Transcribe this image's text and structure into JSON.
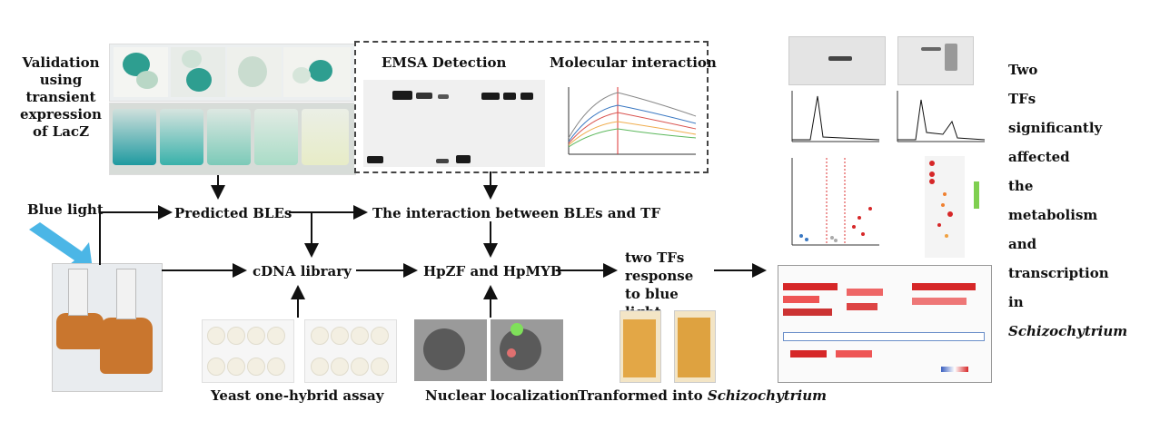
{
  "labels": {
    "validation": "Validation using transient expression of LacZ",
    "blue_light": "Blue light",
    "predicted_bles": "Predicted BLEs",
    "interaction": "The interaction between BLEs and TF",
    "cdna_library": "cDNA library",
    "hpzf_hpmyb": "HpZF and HpMYB",
    "two_tfs_response": "two TFs response to blue light",
    "emsa": "EMSA Detection",
    "molecular_interaction": "Molecular interaction",
    "yeast": "Yeast one-hybrid assay",
    "nuclear": "Nuclear localization",
    "transformed_prefix": "Tranformed into ",
    "transformed_italic": "Schizochytrium"
  },
  "right_text": {
    "lines": [
      "Two",
      "TFs",
      "significantly",
      "affected",
      "the",
      "metabolism",
      "and",
      "transcription",
      "in"
    ],
    "italic_last": "Schizochytrium"
  },
  "colors": {
    "blue_light_arrow": "#4bb6e6",
    "lacz_blue": "#2e9e90",
    "culture_orange": "#c9762e",
    "heat_red": "#d62728"
  }
}
